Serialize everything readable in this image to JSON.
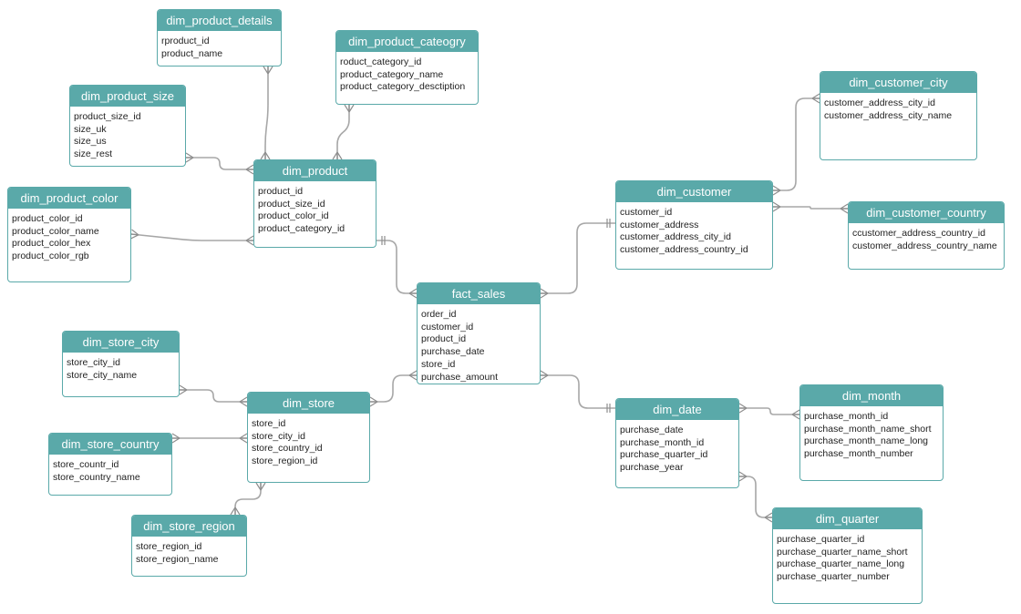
{
  "colors": {
    "header": "#5aa9a9",
    "border": "#5aa9a9",
    "line": "#a7a7a7",
    "header_text": "#ffffff"
  },
  "entities": {
    "dim_product_details": {
      "title": "dim_product_details",
      "fields": [
        "rproduct_id",
        "product_name"
      ]
    },
    "dim_product_cateogry": {
      "title": "dim_product_cateogry",
      "fields": [
        "roduct_category_id",
        "product_category_name",
        "product_category_desctiption"
      ]
    },
    "dim_product_size": {
      "title": "dim_product_size",
      "fields": [
        "product_size_id",
        "size_uk",
        "size_us",
        "size_rest"
      ]
    },
    "dim_product": {
      "title": "dim_product",
      "fields": [
        "product_id",
        "product_size_id",
        "product_color_id",
        "product_category_id"
      ]
    },
    "dim_product_color": {
      "title": "dim_product_color",
      "fields": [
        "product_color_id",
        "product_color_name",
        "product_color_hex",
        "product_color_rgb"
      ]
    },
    "dim_customer_city": {
      "title": "dim_customer_city",
      "fields": [
        "customer_address_city_id",
        "customer_address_city_name"
      ]
    },
    "dim_customer": {
      "title": "dim_customer",
      "fields": [
        "customer_id",
        "customer_address",
        "customer_address_city_id",
        "customer_address_country_id"
      ]
    },
    "dim_customer_country": {
      "title": "dim_customer_country",
      "fields": [
        "ccustomer_address_country_id",
        "customer_address_country_name"
      ]
    },
    "fact_sales": {
      "title": "fact_sales",
      "fields": [
        "order_id",
        "customer_id",
        "product_id",
        "purchase_date",
        "store_id",
        "purchase_amount"
      ]
    },
    "dim_store_city": {
      "title": "dim_store_city",
      "fields": [
        "store_city_id",
        "store_city_name"
      ]
    },
    "dim_store": {
      "title": "dim_store",
      "fields": [
        "store_id",
        "store_city_id",
        "store_country_id",
        "store_region_id"
      ]
    },
    "dim_store_country": {
      "title": "dim_store_country",
      "fields": [
        "store_countr_id",
        "store_country_name"
      ]
    },
    "dim_store_region": {
      "title": "dim_store_region",
      "fields": [
        "store_region_id",
        "store_region_name"
      ]
    },
    "dim_date": {
      "title": "dim_date",
      "fields": [
        "purchase_date",
        "purchase_month_id",
        "purchase_quarter_id",
        "purchase_year"
      ]
    },
    "dim_month": {
      "title": "dim_month",
      "fields": [
        "purchase_month_id",
        "purchase_month_name_short",
        "purchase_month_name_long",
        "purchase_month_number"
      ]
    },
    "dim_quarter": {
      "title": "dim_quarter",
      "fields": [
        "purchase_quarter_id",
        "purchase_quarter_name_short",
        "purchase_quarter_name_long",
        "purchase_quarter_number"
      ]
    }
  },
  "relationships": [
    {
      "from": "dim_product",
      "to": "dim_product_details",
      "from_end": "many",
      "to_end": "many"
    },
    {
      "from": "dim_product",
      "to": "dim_product_cateogry",
      "from_end": "many",
      "to_end": "many"
    },
    {
      "from": "dim_product",
      "to": "dim_product_size",
      "from_end": "many",
      "to_end": "many"
    },
    {
      "from": "dim_product",
      "to": "dim_product_color",
      "from_end": "many",
      "to_end": "many"
    },
    {
      "from": "dim_product",
      "to": "fact_sales",
      "from_end": "one",
      "to_end": "many"
    },
    {
      "from": "dim_customer",
      "to": "fact_sales",
      "from_end": "one",
      "to_end": "many"
    },
    {
      "from": "dim_customer",
      "to": "dim_customer_city",
      "from_end": "many",
      "to_end": "many"
    },
    {
      "from": "dim_customer",
      "to": "dim_customer_country",
      "from_end": "many",
      "to_end": "many"
    },
    {
      "from": "dim_store",
      "to": "fact_sales",
      "from_end": "many",
      "to_end": "many"
    },
    {
      "from": "dim_store",
      "to": "dim_store_city",
      "from_end": "many",
      "to_end": "many"
    },
    {
      "from": "dim_store",
      "to": "dim_store_country",
      "from_end": "many",
      "to_end": "many"
    },
    {
      "from": "dim_store",
      "to": "dim_store_region",
      "from_end": "many",
      "to_end": "many"
    },
    {
      "from": "dim_date",
      "to": "fact_sales",
      "from_end": "one",
      "to_end": "many"
    },
    {
      "from": "dim_date",
      "to": "dim_month",
      "from_end": "many",
      "to_end": "many"
    },
    {
      "from": "dim_date",
      "to": "dim_quarter",
      "from_end": "many",
      "to_end": "many"
    }
  ]
}
